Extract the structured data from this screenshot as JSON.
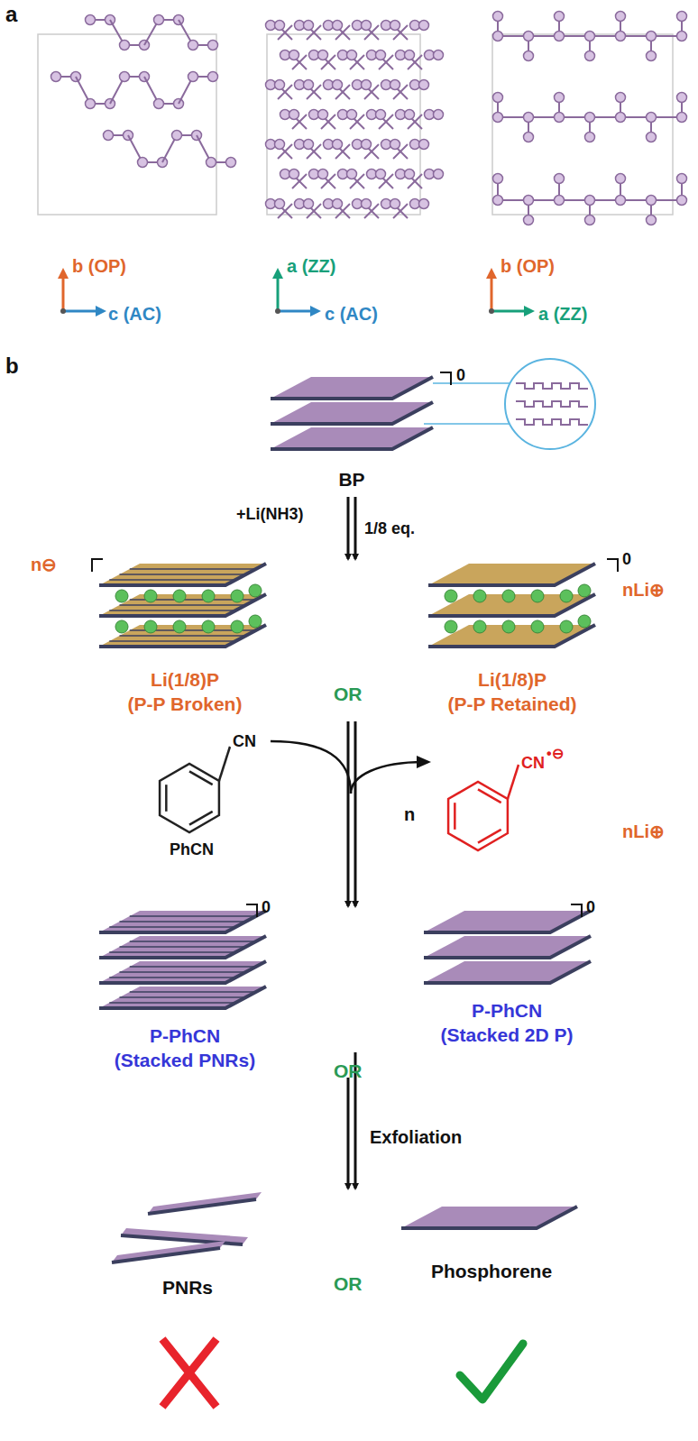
{
  "diagram": {
    "nodes": [
      {
        "text": [
          "BP"
        ]
      },
      {
        "text": [
          "Li(1/8)P",
          "(P-P Broken)"
        ]
      },
      {
        "text": [
          "Li(1/8)P",
          "(P-P Retained)"
        ]
      },
      {
        "text": [
          "P-PhCN",
          "(Stacked PNRs)"
        ]
      },
      {
        "text": [
          "P-PhCN",
          "(Stacked 2D P)"
        ]
      },
      {
        "text": [
          "PNRs"
        ]
      },
      {
        "text": [
          "Phosphorene"
        ]
      }
    ],
    "edges": [
      {
        "from": 0,
        "to": 1,
        "arrow": "to"
      },
      {
        "from": 0,
        "to": 2,
        "arrow": "to"
      },
      {
        "from": 1,
        "to": 3,
        "arrow": "to"
      },
      {
        "from": 2,
        "to": 4,
        "arrow": "to"
      },
      {
        "from": 3,
        "to": 5,
        "arrow": "to"
      },
      {
        "from": 4,
        "to": 6,
        "arrow": "to"
      }
    ],
    "labels": [
      "a",
      "b (OP)",
      "c (AC)",
      "a (ZZ)",
      "c (AC)",
      "b (OP)",
      "a (ZZ)",
      "b",
      "0",
      "+Li(NH3)",
      "1/8 eq.",
      "n⊖",
      "nLi⊕",
      "OR",
      "0",
      "PhCN",
      "CN",
      "n",
      "CN",
      "•⊖",
      "nLi⊕",
      "0",
      "0",
      "OR",
      "Exfoliation",
      "OR"
    ]
  }
}
